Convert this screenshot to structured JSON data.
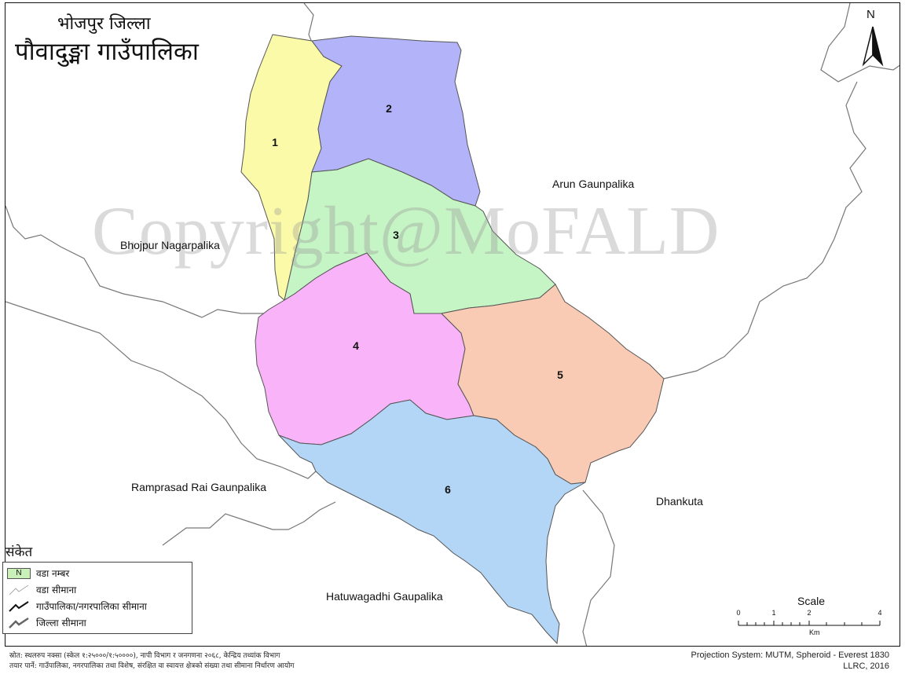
{
  "title": {
    "district": "भोजपुर जिल्ला",
    "municipality": "पौवादुङ्मा गाउँपालिका"
  },
  "watermark": "Copyright@MoFALD",
  "neighbors": [
    "Arun Gaunpalika",
    "Bhojpur Nagarpalika",
    "Ramprasad Rai Gaunpalika",
    "Dhankuta",
    "Hatuwagadhi Gaupalika"
  ],
  "wards": [
    {
      "number": "1",
      "color": "#fbfaa8"
    },
    {
      "number": "2",
      "color": "#b3b3f9"
    },
    {
      "number": "3",
      "color": "#c6f5c5"
    },
    {
      "number": "4",
      "color": "#f9b3f9"
    },
    {
      "number": "5",
      "color": "#f9cbb4"
    },
    {
      "number": "6",
      "color": "#b3d6f7"
    }
  ],
  "legend": {
    "title": "संकेत",
    "items": [
      {
        "symbol": "N",
        "label": "वडा नम्बर"
      },
      {
        "symbol": "ward-boundary-line-icon",
        "label": "वडा सीमाना"
      },
      {
        "symbol": "municipality-boundary-line-icon",
        "label": "गाउँपालिका/नगरपालिका सीमाना"
      },
      {
        "symbol": "district-boundary-line-icon",
        "label": "जिल्ला सीमाना"
      }
    ]
  },
  "north": {
    "label": "N"
  },
  "scale": {
    "title": "Scale",
    "ticks": [
      "0",
      "1",
      "2",
      "4"
    ],
    "unit": "Km"
  },
  "footer": {
    "source_line1": "स्रोत: स्थलरुप नक्सा (स्केल १:२५०००/१:५००००), नापी विभाग र जनगणना २०६८, केन्द्रिय तथ्यांक विभाग",
    "source_line2": "तयार पार्ने: गाउँपालिका, नगरपालिका तथा विशेष, संरक्षित वा स्वायत्त क्षेत्रको संख्या तथा सीमाना निर्धारण आयोग",
    "projection": "Projection System: MUTM, Spheroid - Everest 1830",
    "credit": "LLRC, 2016"
  }
}
